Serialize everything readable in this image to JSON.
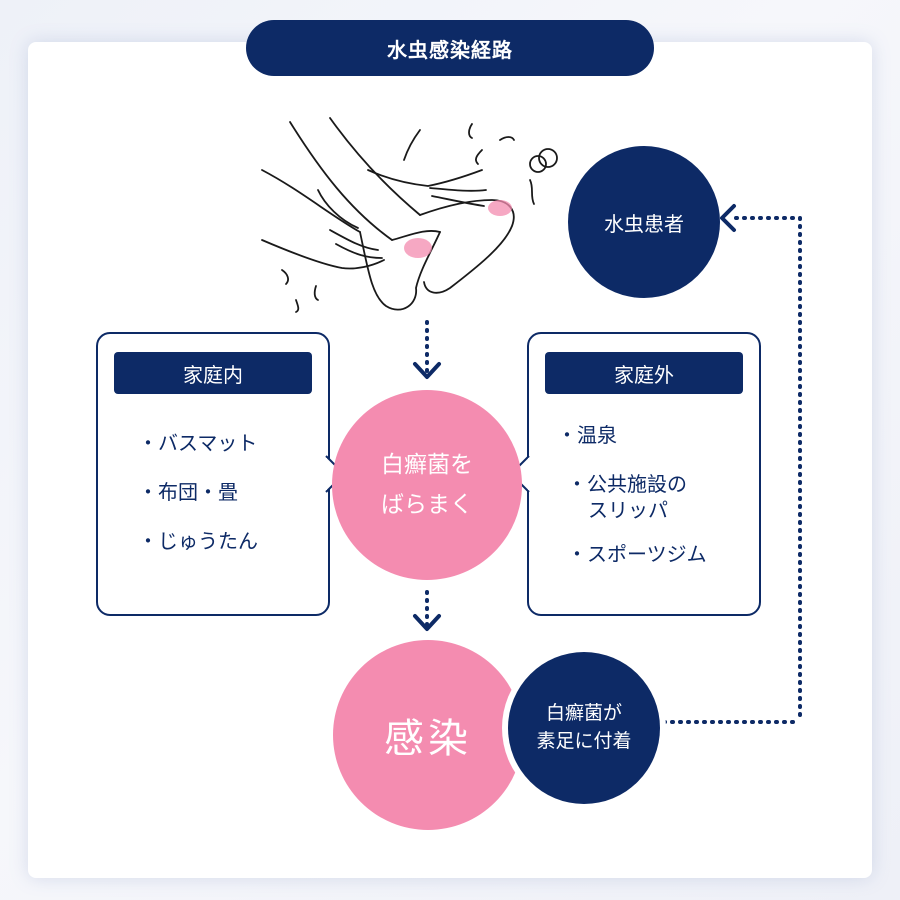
{
  "title": "水虫感染経路",
  "nodes": {
    "patient": "水虫患者",
    "spread_line1": "白癬菌を",
    "spread_line2": "ばらまく",
    "infection": "感染",
    "attach_line1": "白癬菌が",
    "attach_line2": "素足に付着"
  },
  "indoor": {
    "heading": "家庭内",
    "items": [
      "バスマット",
      "布団・畳",
      "じゅうたん"
    ]
  },
  "outdoor": {
    "heading": "家庭外",
    "items": [
      "温泉",
      "公共施設の",
      "スリッパ",
      "スポーツジム"
    ]
  },
  "colors": {
    "navy": "#0d2a66",
    "pink": "#f48cb0",
    "card": "#ffffff"
  },
  "icons": [
    "feet-scratching-illustration",
    "arrow-down-icon",
    "arrow-left-icon"
  ]
}
